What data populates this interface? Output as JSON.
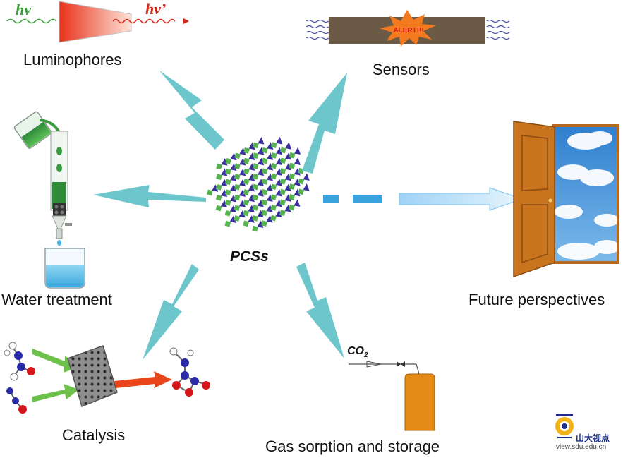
{
  "center": {
    "label": "PCSs"
  },
  "applications": [
    {
      "id": "luminophores",
      "label": "Luminophores"
    },
    {
      "id": "sensors",
      "label": "Sensors"
    },
    {
      "id": "water",
      "label": "Water treatment"
    },
    {
      "id": "catalysis",
      "label": "Catalysis"
    },
    {
      "id": "gas",
      "label": "Gas sorption and storage"
    },
    {
      "id": "future",
      "label": "Future perspectives"
    }
  ],
  "luminophore": {
    "hv_in": "hν",
    "hv_out": "hν’"
  },
  "sensor": {
    "alert": "ALERT!!!"
  },
  "gas": {
    "co2": "CO",
    "co2_sub": "2"
  },
  "watermark": {
    "name": "山大视点",
    "url": "view.sdu.edu.cn"
  },
  "colors": {
    "arrow": "#6cc6cb",
    "framework_blue": "#3a2fa0",
    "framework_green": "#56b44f",
    "sky": "#3f8fd6",
    "door": "#c9741f"
  }
}
